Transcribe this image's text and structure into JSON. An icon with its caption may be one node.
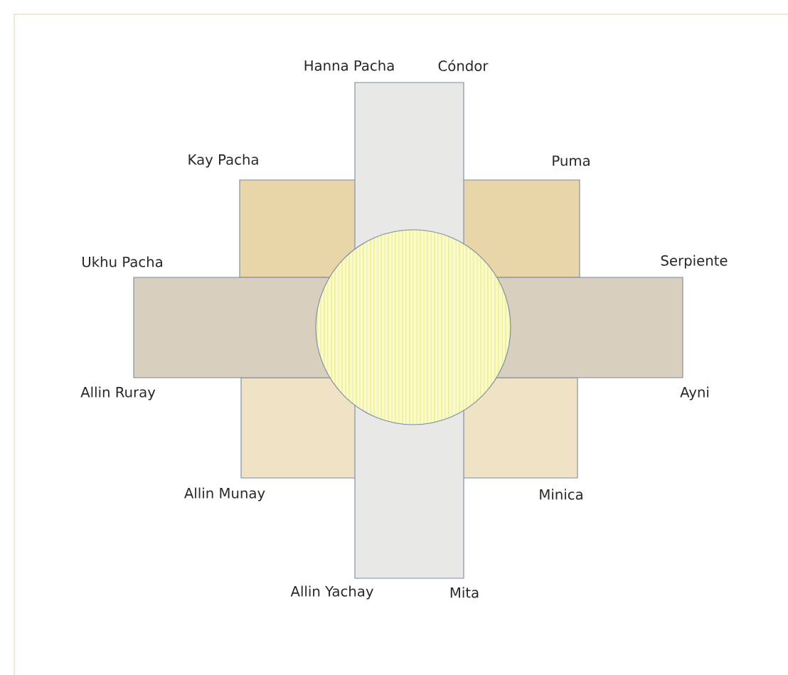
{
  "diagram": {
    "labels": [
      "Hanna Pacha",
      "Cóndor",
      "Kay Pacha",
      "Puma",
      "Ukhu Pacha",
      "Serpiente",
      "Allin Ruray",
      "Ayni",
      "Allin Munay",
      "Minica",
      "Allin Yachay",
      "Mita"
    ]
  }
}
